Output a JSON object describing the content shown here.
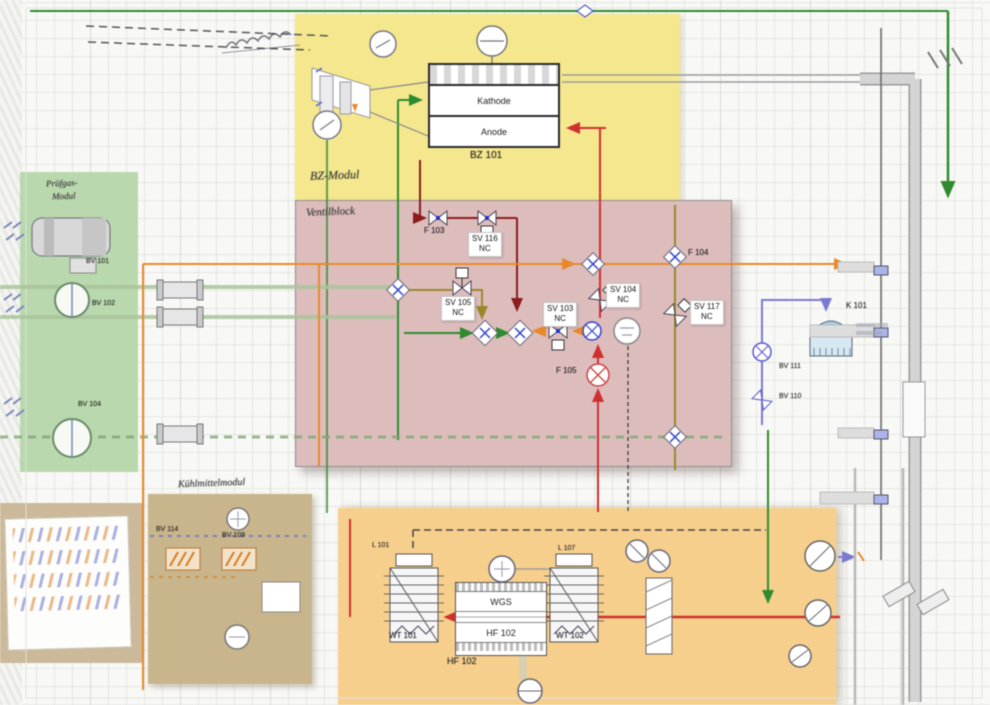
{
  "diagram": {
    "titles": {
      "bz_module": "BZ-Modul",
      "valve_block": "Ventilblock",
      "test_gas_line1": "Prüfgas-",
      "test_gas_line2": "Modul",
      "coolant_module": "Kühlmittelmodul"
    },
    "stack": {
      "cathode": "Kathode",
      "anode": "Anode",
      "tag": "BZ 101"
    },
    "valves": {
      "f103": "F 103",
      "f104": "F 104",
      "f105": "F 105",
      "sv103": "SV 103",
      "sv104": "SV 104",
      "sv105": "SV 105",
      "sv116": "SV 116",
      "sv117": "SV 117",
      "state_nc": "NC"
    },
    "ball_valves": {
      "bv101": "BV 101",
      "bv102": "BV 102",
      "bv104": "BV 104",
      "bv109": "BV 109",
      "bv110": "BV 110",
      "bv111": "BV 111",
      "bv114": "BV 114"
    },
    "equipment": {
      "k101": "K 101",
      "l101": "L 101",
      "l107": "L 107",
      "wt101": "WT 101",
      "wt102": "WT 102",
      "vessel_top": "WGS",
      "vessel_bottom": "HF 102",
      "vessel_tag": "HF 102"
    },
    "colors": {
      "bz_module_bg": "#f5e78e",
      "valve_block_bg": "#ddbcbc",
      "test_gas_bg": "#b5d6a9",
      "coolant_bg": "#c9b58b",
      "process_bg": "#f7cf8d",
      "line_green": "#2e8b2e",
      "line_pale_green": "#a9c49b",
      "line_red": "#d03030",
      "line_dark_red": "#8b1d1d",
      "line_orange": "#e8892a",
      "line_olive": "#97892a",
      "line_purple": "#7a7ad2",
      "line_grey": "#9c9c9c"
    }
  }
}
